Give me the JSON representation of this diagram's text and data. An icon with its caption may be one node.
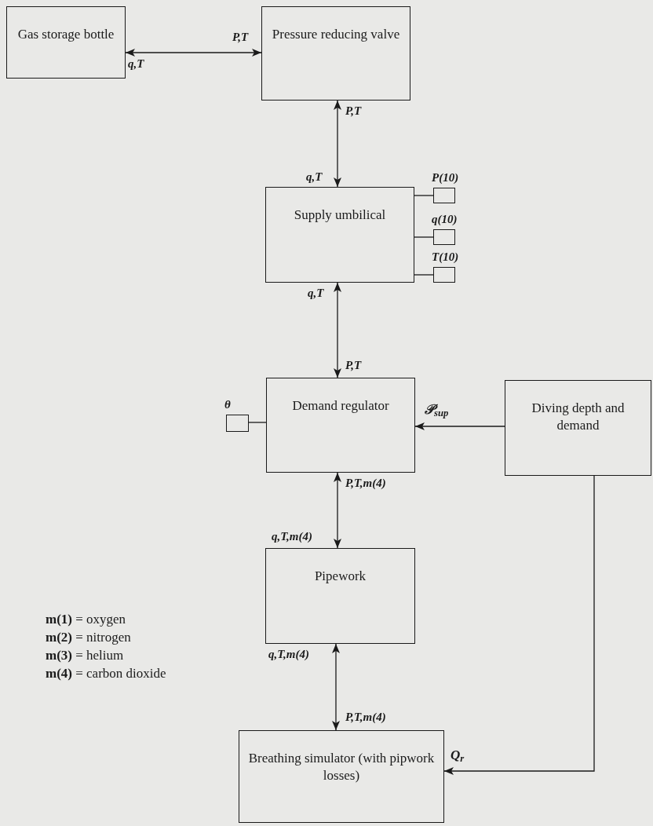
{
  "diagram": {
    "nodes": [
      {
        "text": [
          "Gas storage bottle"
        ]
      },
      {
        "text": [
          "Pressure reducing valve"
        ]
      },
      {
        "text": [
          "Supply umbilical"
        ]
      },
      {
        "text": [
          "Demand regulator"
        ]
      },
      {
        "text": [
          "Diving depth and demand"
        ]
      },
      {
        "text": [
          "Pipework"
        ]
      },
      {
        "text": [
          "Breathing simulator (with pipwork losses)"
        ]
      },
      {
        "text": [
          "P(10)"
        ]
      },
      {
        "text": [
          "q(10)"
        ]
      },
      {
        "text": [
          "T(10)"
        ]
      },
      {
        "text": [
          "θ"
        ]
      }
    ],
    "edges": [
      {
        "from": 0,
        "to": 1,
        "arrow": "both"
      },
      {
        "from": 1,
        "to": 2,
        "arrow": "both"
      },
      {
        "from": 2,
        "to": 3,
        "arrow": "both"
      },
      {
        "from": 3,
        "to": 5,
        "arrow": "both"
      },
      {
        "from": 5,
        "to": 6,
        "arrow": "both"
      },
      {
        "from": 4,
        "to": 3,
        "arrow": "to",
        "label": "𝒫$_{sup}$"
      },
      {
        "from": 4,
        "to": 6,
        "arrow": "to",
        "label": "Q$_{r}$"
      },
      {
        "from": 2,
        "to": 7,
        "arrow": "none"
      },
      {
        "from": 2,
        "to": 8,
        "arrow": "none"
      },
      {
        "from": 2,
        "to": 9,
        "arrow": "none"
      },
      {
        "from": 3,
        "to": 10,
        "arrow": "none"
      }
    ],
    "labels": [
      "P,T",
      "q,T",
      "P,T",
      "q,T",
      "q,T",
      "P,T",
      "P,T,m(4)",
      "q,T,m(4)",
      "**m(1)** = oxygen",
      "**m(2)** = nitrogen",
      "**m(3)** = helium",
      "**m(4)** = carbon dioxide",
      "q,T,m(4)",
      "P,T,m(4)"
    ]
  }
}
